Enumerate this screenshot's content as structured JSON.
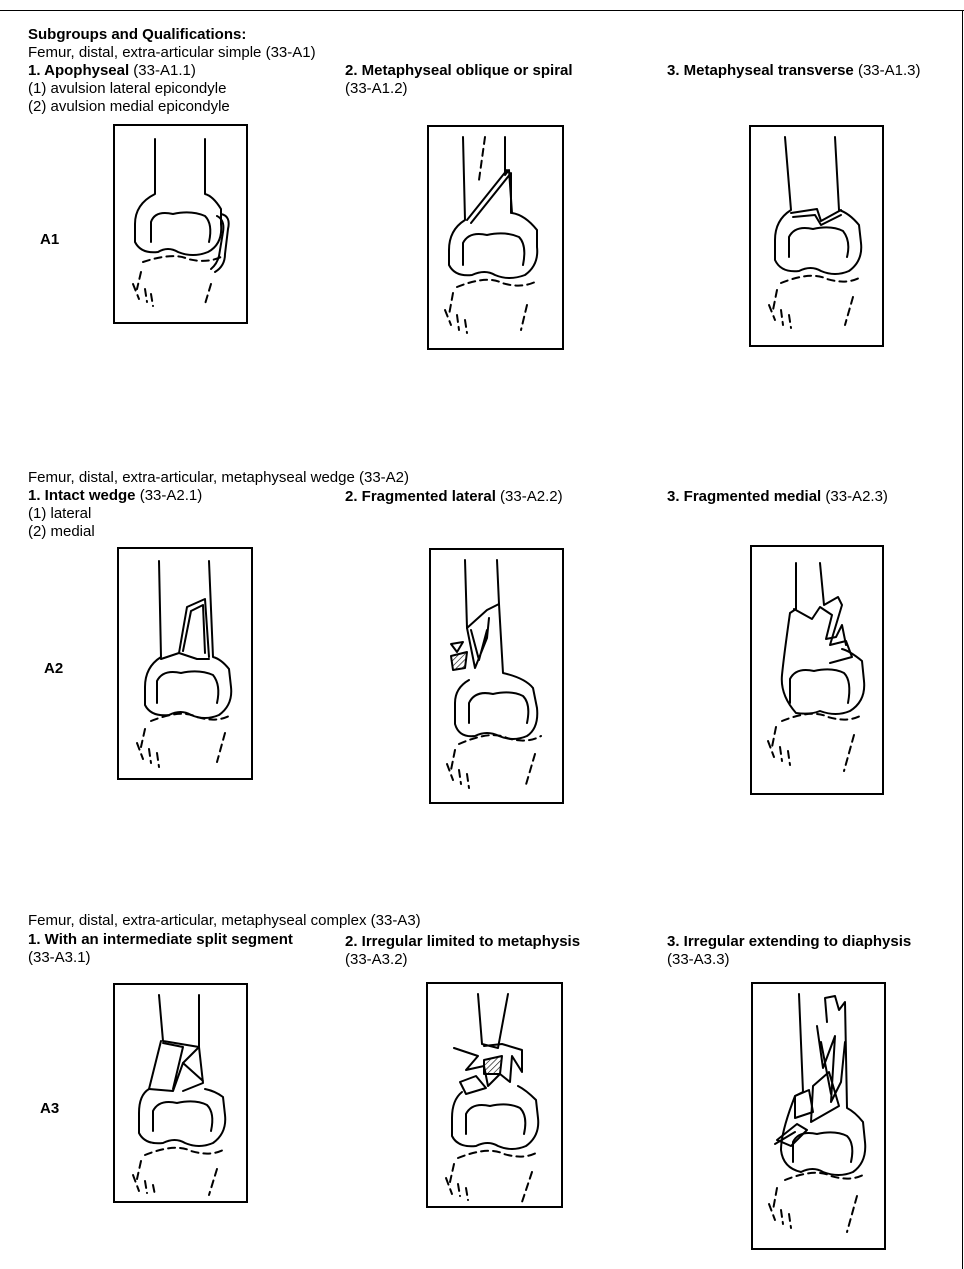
{
  "heading": "Subgroups and Qualifications:",
  "groups": [
    {
      "row_label": "A1",
      "title": "Femur, distal, extra-articular simple (33-A1)",
      "items": [
        {
          "name": "1. Apophyseal",
          "code": " (33-A1.1)",
          "sub": [
            "(1) avulsion lateral epicondyle",
            "(2) avulsion medial epicondyle"
          ]
        },
        {
          "name": "2. Metaphyseal oblique or spiral",
          "code": "(33-A1.2)",
          "sub": []
        },
        {
          "name": "3. Metaphyseal transverse",
          "code": " (33-A1.3)",
          "sub": []
        }
      ]
    },
    {
      "row_label": "A2",
      "title": "Femur, distal, extra-articular, metaphyseal wedge (33-A2)",
      "items": [
        {
          "name": "1. Intact wedge",
          "code": " (33-A2.1)",
          "sub": [
            "(1) lateral",
            "(2) medial"
          ]
        },
        {
          "name": "2. Fragmented lateral",
          "code": " (33-A2.2)",
          "sub": []
        },
        {
          "name": "3. Fragmented medial",
          "code": " (33-A2.3)",
          "sub": []
        }
      ]
    },
    {
      "row_label": "A3",
      "title": "Femur, distal, extra-articular, metaphyseal complex (33-A3)",
      "items": [
        {
          "name": "1. With an intermediate split segment",
          "code": "(33-A3.1)",
          "sub": []
        },
        {
          "name": "2. Irregular limited to metaphysis",
          "code": "(33-A3.2)",
          "sub": []
        },
        {
          "name": "3. Irregular extending to diaphysis",
          "code": "(33-A3.3)",
          "sub": []
        }
      ]
    }
  ]
}
